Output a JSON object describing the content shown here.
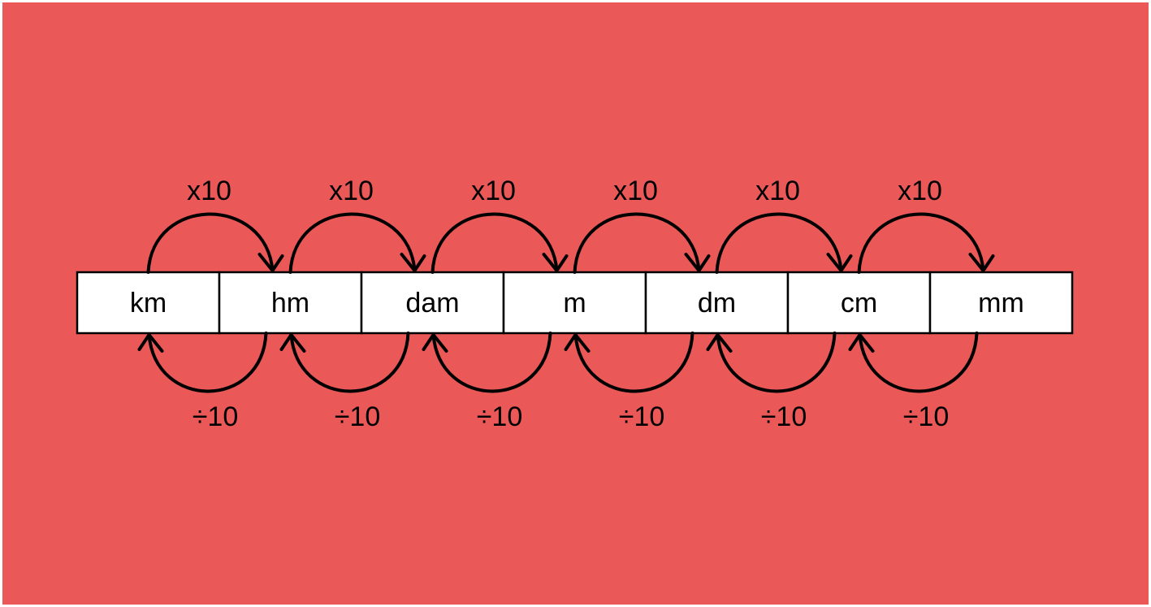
{
  "background_color": "#ea5857",
  "units": [
    "km",
    "hm",
    "dam",
    "m",
    "dm",
    "cm",
    "mm"
  ],
  "multiply_labels": [
    "x10",
    "x10",
    "x10",
    "x10",
    "x10",
    "x10"
  ],
  "divide_labels": [
    "÷10",
    "÷10",
    "÷10",
    "÷10",
    "÷10",
    "÷10"
  ]
}
